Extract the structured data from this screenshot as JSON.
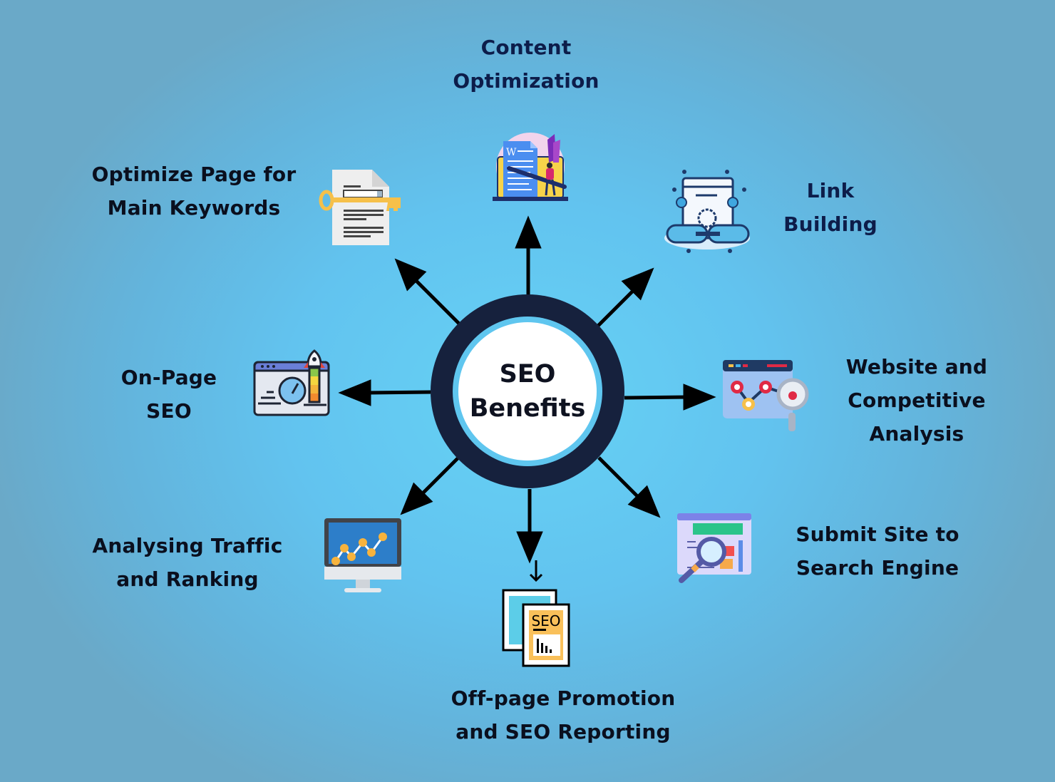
{
  "diagram": {
    "title_line1": "SEO",
    "title_line2": "Benefits",
    "colors": {
      "background_center": "#66d2f5",
      "background_edge": "#6aa9c8",
      "hub_ring_dark": "#16213d",
      "hub_ring_light": "#5fc6ef",
      "hub_core": "#ffffff",
      "label_text": "#0a0f1e",
      "label_text_top": "#0d1d4a",
      "arrow": "#000000"
    },
    "nodes": [
      {
        "id": "content-optimization",
        "line1": "Content",
        "line2": "Optimization",
        "icon": "content-writing-icon",
        "direction": "up"
      },
      {
        "id": "link-building",
        "line1": "Link",
        "line2": "Building",
        "icon": "chain-link-icon",
        "direction": "up-right"
      },
      {
        "id": "website-competitive-analysis",
        "line1": "Website and",
        "line2": "Competitive",
        "line3": "Analysis",
        "icon": "analysis-magnifier-icon",
        "direction": "right"
      },
      {
        "id": "submit-site",
        "line1": "Submit Site to",
        "line2": "Search Engine",
        "icon": "search-webpage-icon",
        "direction": "down-right"
      },
      {
        "id": "off-page-promotion",
        "line1": "Off-page Promotion",
        "line2": "and SEO Reporting",
        "icon": "seo-report-icon",
        "direction": "down"
      },
      {
        "id": "analysing-traffic",
        "line1": "Analysing Traffic",
        "line2": "and Ranking",
        "icon": "monitor-chart-icon",
        "direction": "down-left"
      },
      {
        "id": "on-page-seo",
        "line1": "On-Page",
        "line2": "SEO",
        "icon": "speed-gauge-rocket-icon",
        "direction": "left"
      },
      {
        "id": "optimize-keywords",
        "line1": "Optimize Page for",
        "line2": "Main Keywords",
        "icon": "document-key-icon",
        "direction": "up-left"
      }
    ],
    "report_icon_text": "SEO"
  }
}
